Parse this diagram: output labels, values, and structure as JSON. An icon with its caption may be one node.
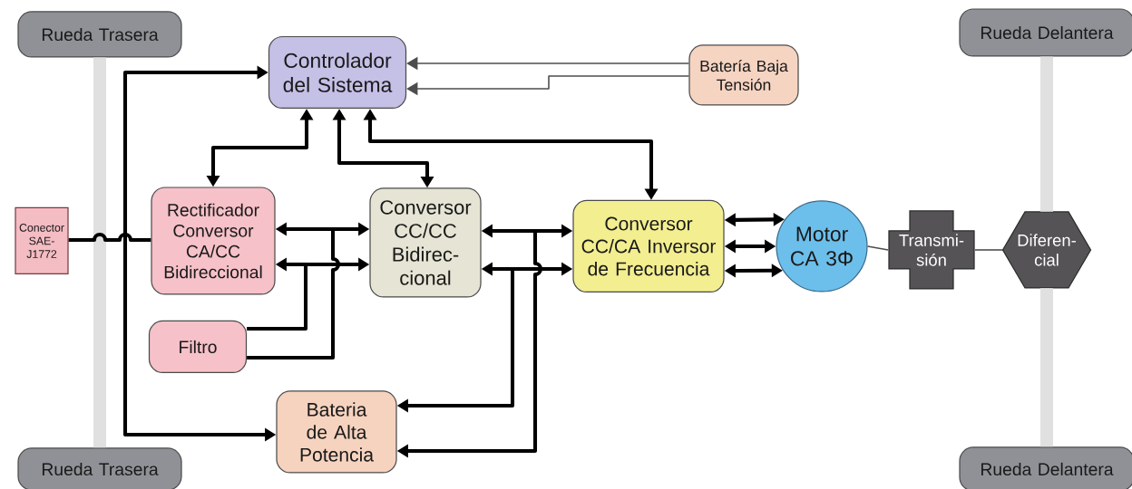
{
  "diagram": {
    "nodes": [
      {
        "text": [
          "Rueda Trasera"
        ]
      },
      {
        "text": [
          "Rueda Delantera"
        ]
      },
      {
        "text": [
          "Controlador del Sistema"
        ]
      },
      {
        "text": [
          "Batería Baja Tensión"
        ]
      },
      {
        "text": [
          "Conector SAE- J1772"
        ]
      },
      {
        "text": [
          "Rectificador Conversor CA/CC Bidireccional"
        ]
      },
      {
        "text": [
          "Conversor CC/CC Bidirec- cional"
        ]
      },
      {
        "text": [
          "Conversor CC/CA Inversor de Frecuencia"
        ]
      },
      {
        "text": [
          "Motor CA 3Φ"
        ]
      },
      {
        "text": [
          "Transmi- sión"
        ]
      },
      {
        "text": [
          "Diferen- cial"
        ]
      },
      {
        "text": [
          "Filtro"
        ]
      },
      {
        "text": [
          "Bateria de Alta Potencia"
        ]
      },
      {
        "text": [
          "Rueda Trasera"
        ]
      },
      {
        "text": [
          "Rueda Delantera"
        ]
      }
    ],
    "edges": [
      {
        "from": 4,
        "to": 5,
        "arrow": "none"
      },
      {
        "from": 2,
        "to": 12,
        "arrow": "both"
      },
      {
        "from": 2,
        "to": 5,
        "arrow": "both"
      },
      {
        "from": 2,
        "to": 6,
        "arrow": "both"
      },
      {
        "from": 2,
        "to": 7,
        "arrow": "both"
      },
      {
        "from": 3,
        "to": 2,
        "arrow": "to",
        "color": "#4d4d4d"
      },
      {
        "from": 3,
        "to": 2,
        "arrow": "to",
        "color": "#4d4d4d"
      },
      {
        "from": 5,
        "to": 6,
        "arrow": "both"
      },
      {
        "from": 5,
        "to": 6,
        "arrow": "both"
      },
      {
        "from": 11,
        "to": 5,
        "arrow": "to"
      },
      {
        "from": 11,
        "to": 6,
        "arrow": "to"
      },
      {
        "from": 11,
        "to": 5,
        "arrow": "to"
      },
      {
        "from": 11,
        "to": 6,
        "arrow": "to"
      },
      {
        "from": 6,
        "to": 7,
        "arrow": "both"
      },
      {
        "from": 6,
        "to": 7,
        "arrow": "both"
      },
      {
        "from": 6,
        "to": 12,
        "arrow": "both"
      },
      {
        "from": 7,
        "to": 12,
        "arrow": "both"
      },
      {
        "from": 6,
        "to": 12,
        "arrow": "both"
      },
      {
        "from": 7,
        "to": 12,
        "arrow": "both"
      },
      {
        "from": 7,
        "to": 8,
        "arrow": "both"
      },
      {
        "from": 7,
        "to": 8,
        "arrow": "both"
      },
      {
        "from": 7,
        "to": 8,
        "arrow": "both"
      },
      {
        "from": 8,
        "to": 9,
        "arrow": "none",
        "color": "#4d4d4d"
      },
      {
        "from": 9,
        "to": 10,
        "arrow": "none",
        "color": "#4d4d4d"
      },
      {
        "from": 0,
        "to": 13,
        "arrow": "none",
        "style": "thick",
        "color": "#e0e0e0"
      },
      {
        "from": 1,
        "to": 10,
        "arrow": "none",
        "style": "thick",
        "color": "#e0e0e0"
      },
      {
        "from": 10,
        "to": 14,
        "arrow": "none",
        "style": "thick",
        "color": "#e0e0e0"
      }
    ]
  }
}
